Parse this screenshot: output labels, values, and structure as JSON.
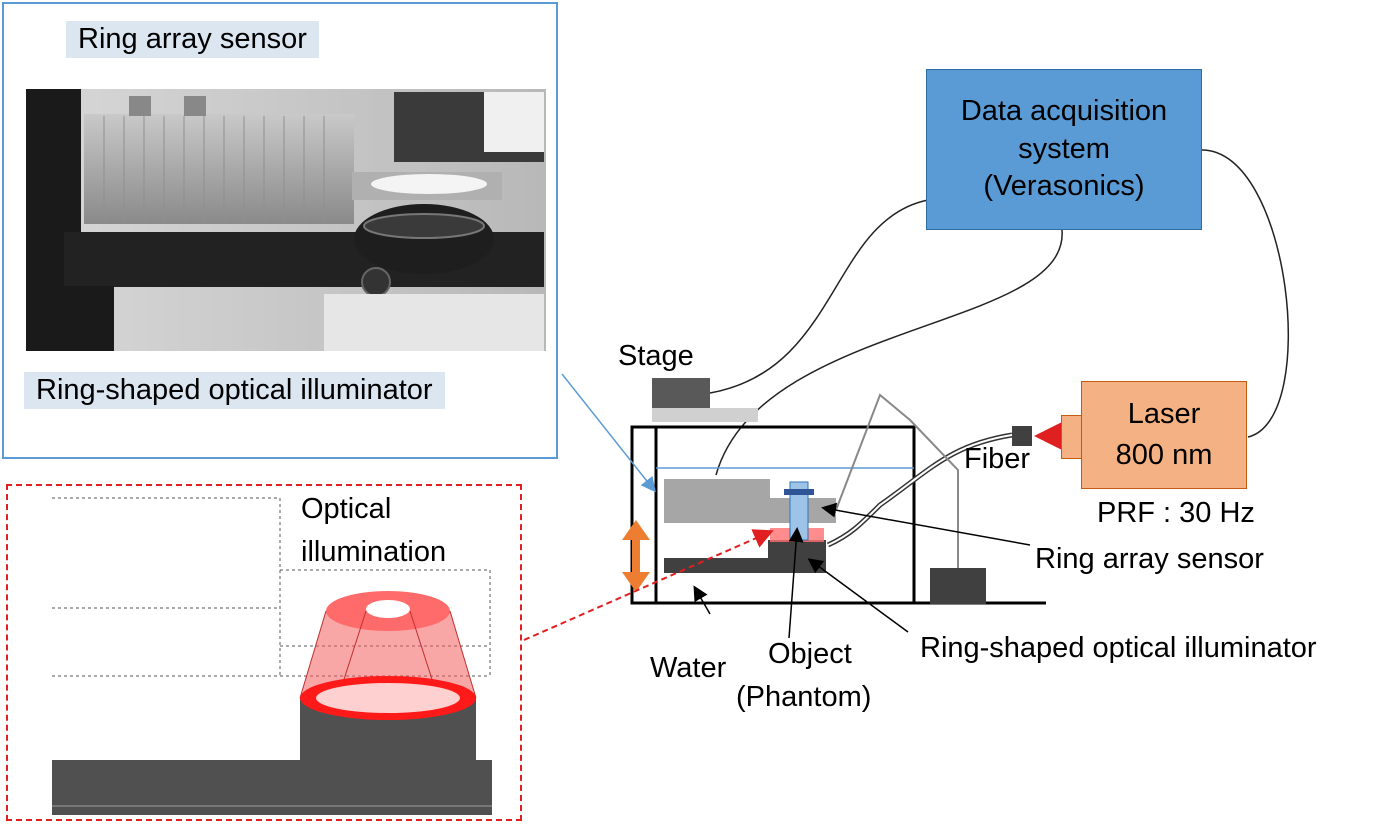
{
  "photo_panel": {
    "label_top": "Ring array sensor",
    "label_bottom": "Ring-shaped optical illuminator"
  },
  "detail_panel": {
    "label_line1": "Optical",
    "label_line2": "illumination"
  },
  "setup": {
    "daq_line1": "Data acquisition",
    "daq_line2": "system",
    "daq_line3": "(Verasonics)",
    "laser_line1": "Laser",
    "laser_line2": "800 nm",
    "prf": "PRF : 30 Hz",
    "fiber": "Fiber",
    "stage": "Stage",
    "ring_array_sensor": "Ring array sensor",
    "ring_illuminator": "Ring-shaped optical illuminator",
    "water": "Water",
    "object_line1": "Object",
    "object_line2": "(Phantom)"
  },
  "colors": {
    "daq": "#5b9bd5",
    "laser": "#f4b183",
    "arrow_red": "#e02020",
    "panel_blue": "#5b9bd5",
    "stage_arrow": "#ed7d31"
  }
}
